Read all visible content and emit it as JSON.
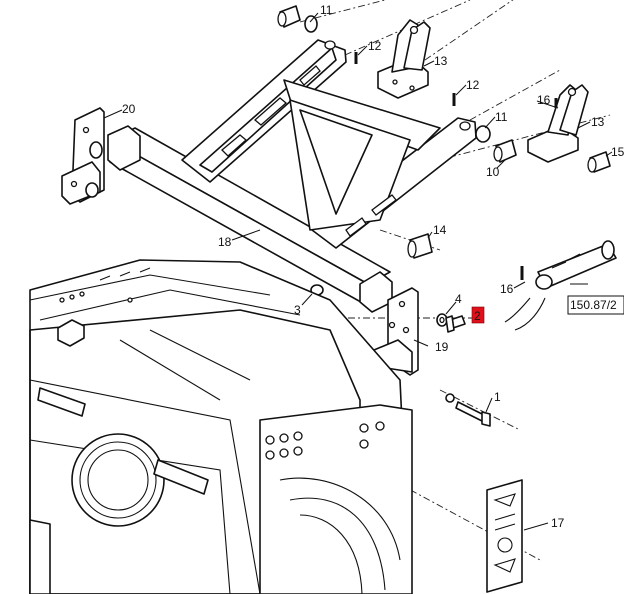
{
  "callouts": [
    {
      "id": "c11a",
      "text": "11"
    },
    {
      "id": "c12a",
      "text": "12"
    },
    {
      "id": "c13a",
      "text": "13"
    },
    {
      "id": "c12b",
      "text": "12"
    },
    {
      "id": "c16a",
      "text": "16"
    },
    {
      "id": "c11b",
      "text": "11"
    },
    {
      "id": "c13b",
      "text": "13"
    },
    {
      "id": "c15",
      "text": "15"
    },
    {
      "id": "c20",
      "text": "20"
    },
    {
      "id": "c10",
      "text": "10"
    },
    {
      "id": "c18",
      "text": "18"
    },
    {
      "id": "c14",
      "text": "14"
    },
    {
      "id": "c16b",
      "text": "16"
    },
    {
      "id": "c3",
      "text": "3"
    },
    {
      "id": "c4",
      "text": "4"
    },
    {
      "id": "c2",
      "text": "2",
      "highlight": true
    },
    {
      "id": "c19",
      "text": "19"
    },
    {
      "id": "c1",
      "text": "1"
    },
    {
      "id": "c17",
      "text": "17"
    }
  ],
  "reference_box": {
    "text": "150.87/2"
  },
  "highlight_color": "#e0101a"
}
